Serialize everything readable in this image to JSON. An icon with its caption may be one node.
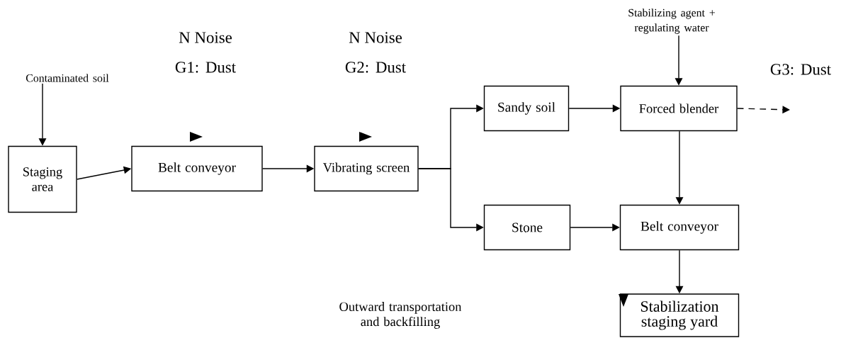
{
  "diagram": {
    "nodes": [
      {
        "text": [
          "Contaminated soil"
        ]
      },
      {
        "text": [
          "Staging area"
        ]
      },
      {
        "text": [
          "Belt conveyor"
        ]
      },
      {
        "text": [
          "Vibrating screen"
        ]
      },
      {
        "text": [
          "Sandy soil"
        ]
      },
      {
        "text": [
          "Forced blender"
        ]
      },
      {
        "text": [
          "Stone"
        ]
      },
      {
        "text": [
          "Belt conveyor"
        ]
      },
      {
        "text": [
          "Stabilization staging yard"
        ]
      },
      {
        "text": [
          "Stabilizing agent + regulating water"
        ]
      }
    ],
    "edges": [
      {
        "from": 0,
        "to": 1,
        "arrow": "to"
      },
      {
        "from": 1,
        "to": 2,
        "arrow": "to"
      },
      {
        "from": 2,
        "to": 3,
        "arrow": "to"
      },
      {
        "from": 3,
        "to": 4,
        "arrow": "to"
      },
      {
        "from": 3,
        "to": 6,
        "arrow": "to"
      },
      {
        "from": 4,
        "to": 5,
        "arrow": "to"
      },
      {
        "from": 9,
        "to": 5,
        "arrow": "to"
      },
      {
        "from": 5,
        "to": 7,
        "arrow": "to"
      },
      {
        "from": 6,
        "to": 7,
        "arrow": "to"
      },
      {
        "from": 7,
        "to": 8,
        "arrow": "to"
      },
      {
        "from": 5,
        "to": null,
        "arrow": "to",
        "style": "dashed"
      }
    ],
    "labels": [
      "N Noise",
      "G1: Dust",
      "N Noise",
      "G2: Dust",
      "G3: Dust",
      "Outward transportation and backfilling"
    ]
  }
}
